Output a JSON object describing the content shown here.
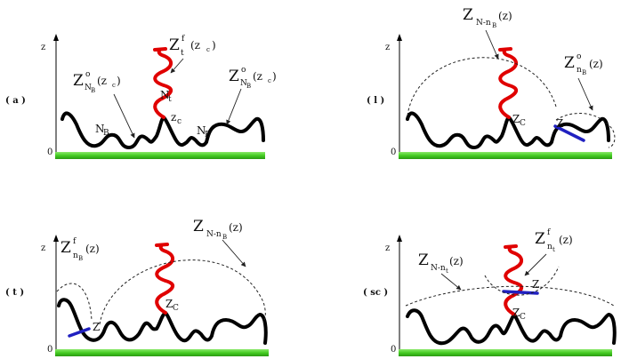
{
  "colors": {
    "chain": "#000000",
    "tail": "#e00000",
    "bond": "#2020c0",
    "surface": "#44cc22"
  },
  "axes": {
    "z_label": "z",
    "zero_label": "0"
  },
  "panel_a": {
    "tag": "( a )",
    "top_main": "Z",
    "top_sup": "f",
    "top_sub": "t",
    "top_arg": "(z",
    "top_arg_sub": "c",
    "top_close": ")",
    "left_main": "Z",
    "left_sup": "o",
    "left_sub": "N",
    "left_sub2": "B",
    "left_arg": "(z",
    "left_arg_sub": "c",
    "left_close": ")",
    "right_main": "Z",
    "right_sup": "o",
    "right_sub": "N",
    "right_sub2": "B",
    "right_arg": "(z",
    "right_arg_sub": "c",
    "right_close": ")",
    "nt_main": "N",
    "nt_sub": "t",
    "zc_main": "z",
    "zc_sub": "c",
    "nb1_main": "N",
    "nb1_sub": "B",
    "nb2_main": "N",
    "nb2_sub": "B"
  },
  "panel_l": {
    "tag": "( l )",
    "top_main": "Z",
    "top_sub": "N-n",
    "top_sub2": "B",
    "top_arg": "(z)",
    "right_main": "Z",
    "right_sup": "o",
    "right_sub": "n",
    "right_sub2": "B",
    "right_arg": "(z)",
    "zc_main": "Z",
    "zc_sub": "C",
    "z_label": "Z"
  },
  "panel_t": {
    "tag": "( t )",
    "left_main": "Z",
    "left_sup": "f",
    "left_sub": "n",
    "left_sub2": "B",
    "left_arg": "(z)",
    "top_main": "Z",
    "top_sub": "N-n",
    "top_sub2": "B",
    "top_arg": "(z)",
    "zc_main": "Z",
    "zc_sub": "C",
    "z_label": "Z"
  },
  "panel_sc": {
    "tag": "( sc )",
    "left_main": "Z",
    "left_sub": "N-n",
    "left_sub2": "t",
    "left_arg": "(z)",
    "top_main": "Z",
    "top_sup": "f",
    "top_sub": "n",
    "top_sub2": "t",
    "top_arg": "(z)",
    "zc_main": "Z",
    "zc_sub": "C",
    "z_label": "Z"
  }
}
